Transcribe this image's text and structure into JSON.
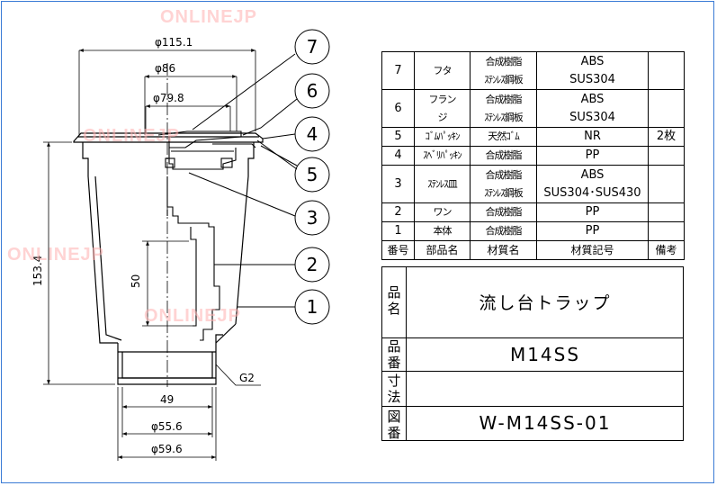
{
  "watermark": "ONLINEJP",
  "dimensions": {
    "d115": "φ115.1",
    "d86": "φ86",
    "d79": "φ79.8",
    "h153": "153.4",
    "h50": "50",
    "w49": "49",
    "d55": "φ55.6",
    "d59": "φ59.6",
    "thread": "G2"
  },
  "balloons": [
    "7",
    "6",
    "4",
    "5",
    "3",
    "2",
    "1"
  ],
  "parts_table": {
    "rows": [
      {
        "no": "7",
        "name": [
          "フタ"
        ],
        "material": [
          "合成樹脂",
          "ｽﾃﾝﾚｽ鋼板"
        ],
        "code": [
          "ABS",
          "SUS304"
        ],
        "note": ""
      },
      {
        "no": "6",
        "name": [
          "フラン",
          "ジ"
        ],
        "material": [
          "合成樹脂",
          "ｽﾃﾝﾚｽ鋼板"
        ],
        "code": [
          "ABS",
          "SUS304"
        ],
        "note": ""
      },
      {
        "no": "5",
        "name": [
          "ｺﾞﾑﾊﾟｯｷﾝ"
        ],
        "material": [
          "天然ｺﾞﾑ"
        ],
        "code": [
          "NR"
        ],
        "note": "2枚"
      },
      {
        "no": "4",
        "name": [
          "ｽﾍﾞﾘﾊﾟｯｷﾝ"
        ],
        "material": [
          "合成樹脂"
        ],
        "code": [
          "PP"
        ],
        "note": ""
      },
      {
        "no": "3",
        "name": [
          "ｽﾃﾝﾚｽ皿"
        ],
        "material": [
          "合成樹脂",
          "ｽﾃﾝﾚｽ鋼板"
        ],
        "code": [
          "ABS",
          "SUS304･SUS430"
        ],
        "note": ""
      },
      {
        "no": "2",
        "name": [
          "ワン"
        ],
        "material": [
          "合成樹脂"
        ],
        "code": [
          "PP"
        ],
        "note": ""
      },
      {
        "no": "1",
        "name": [
          "本体"
        ],
        "material": [
          "合成樹脂"
        ],
        "code": [
          "PP"
        ],
        "note": ""
      }
    ],
    "header": {
      "no": "番号",
      "name": "部品名",
      "material": "材質名",
      "code": "材質記号",
      "note": "備考"
    }
  },
  "title_block": {
    "product_name_label": "品名",
    "product_name": "流し台トラップ",
    "product_no_label": "品番",
    "product_no": "M14SS",
    "dimension_label": "寸法",
    "dimension_value": "",
    "drawing_no_label": "図番",
    "drawing_no": "W-M14SS-01"
  }
}
